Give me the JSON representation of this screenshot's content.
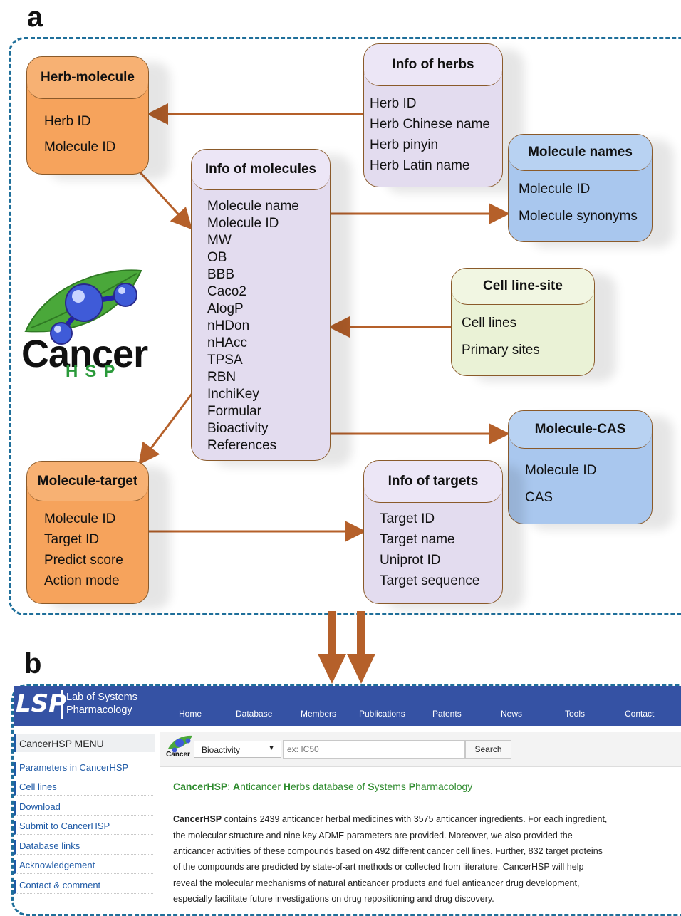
{
  "panels": {
    "a": "a",
    "b": "b"
  },
  "diagram": {
    "herb_molecule": {
      "title": "Herb-molecule",
      "fields": [
        "Herb ID",
        "Molecule ID"
      ]
    },
    "info_herbs": {
      "title": "Info of herbs",
      "fields": [
        "Herb ID",
        "Herb Chinese name",
        "Herb pinyin",
        "Herb Latin name"
      ]
    },
    "molecule_names": {
      "title": "Molecule names",
      "fields": [
        "Molecule ID",
        "Molecule synonyms"
      ]
    },
    "info_molecules": {
      "title": "Info of molecules",
      "fields": [
        "Molecule name",
        "Molecule ID",
        "MW",
        "OB",
        "BBB",
        "Caco2",
        "AlogP",
        "nHDon",
        "nHAcc",
        "TPSA",
        "RBN",
        "InchiKey",
        "Formular",
        "Bioactivity",
        "References"
      ]
    },
    "cell_line_site": {
      "title": "Cell line-site",
      "fields": [
        "Cell lines",
        "Primary sites"
      ]
    },
    "molecule_cas": {
      "title": "Molecule-CAS",
      "fields": [
        "Molecule ID",
        "CAS"
      ]
    },
    "molecule_target": {
      "title": "Molecule-target",
      "fields": [
        "Molecule ID",
        "Target ID",
        "Predict score",
        "Action mode"
      ]
    },
    "info_targets": {
      "title": "Info of targets",
      "fields": [
        "Target ID",
        "Target name",
        "Uniprot ID",
        "Target sequence"
      ]
    },
    "logo": {
      "word": "Cancer",
      "sub": "HSP"
    }
  },
  "site": {
    "logo": {
      "mark": "LSP",
      "line1": "Lab of Systems",
      "line2": "Pharmacology"
    },
    "nav": [
      "Home",
      "Database",
      "Members",
      "Publications",
      "Patents",
      "News",
      "Tools",
      "Contact"
    ],
    "menu_title": "CancerHSP MENU",
    "menu": [
      "Parameters in CancerHSP",
      "Cell lines",
      "Download",
      "Submit to CancerHSP",
      "Database links",
      "Acknowledgement",
      "Contact & comment"
    ],
    "search": {
      "select": "Bioactivity",
      "placeholder": "ex: IC50",
      "button": "Search"
    },
    "heading": {
      "name": "CancerHSP",
      "sep": ": ",
      "parts": [
        [
          "A",
          "nticancer "
        ],
        [
          "H",
          "erbs database of "
        ],
        [
          "S",
          "ystems "
        ],
        [
          "P",
          "harmacology"
        ]
      ]
    },
    "intro_bold": "CancerHSP",
    "intro_lines": [
      " contains 2439 anticancer herbal medicines with 3575 anticancer ingredients. For each ingredient,",
      "the molecular structure and nine key ADME parameters are provided. Moreover, we also provided the",
      "anticancer activities of these compounds based on 492 different cancer cell lines. Further, 832 target proteins",
      "of the compounds are predicted by state-of-art methods or collected from literature. CancerHSP will help",
      "reveal the molecular mechanisms of natural anticancer products and fuel anticancer drug development,",
      "especially facilitate future investigations on drug repositioning and drug discovery."
    ],
    "logo_small": "Cancer"
  },
  "colors": {
    "frame": "#1f6f9a",
    "arrow": "#b5602a",
    "nav": "#3552a4",
    "link": "#1f5aa6",
    "heading": "#2e8b2e"
  }
}
